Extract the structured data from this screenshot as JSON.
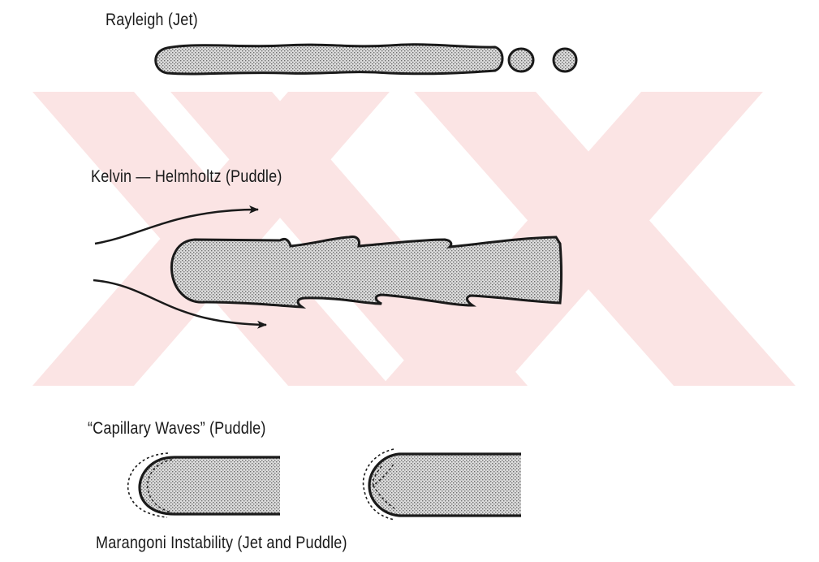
{
  "labels": {
    "rayleigh": "Rayleigh (Jet)",
    "kelvin_helmholtz": "Kelvin — Helmholtz (Puddle)",
    "capillary_waves": "“Capillary Waves” (Puddle)",
    "marangoni": "Marangoni Instability (Jet and Puddle)"
  },
  "colors": {
    "ink": "#1a1a1a",
    "stipple_fill": "#c9c9c9",
    "watermark": "#e23b3b"
  }
}
